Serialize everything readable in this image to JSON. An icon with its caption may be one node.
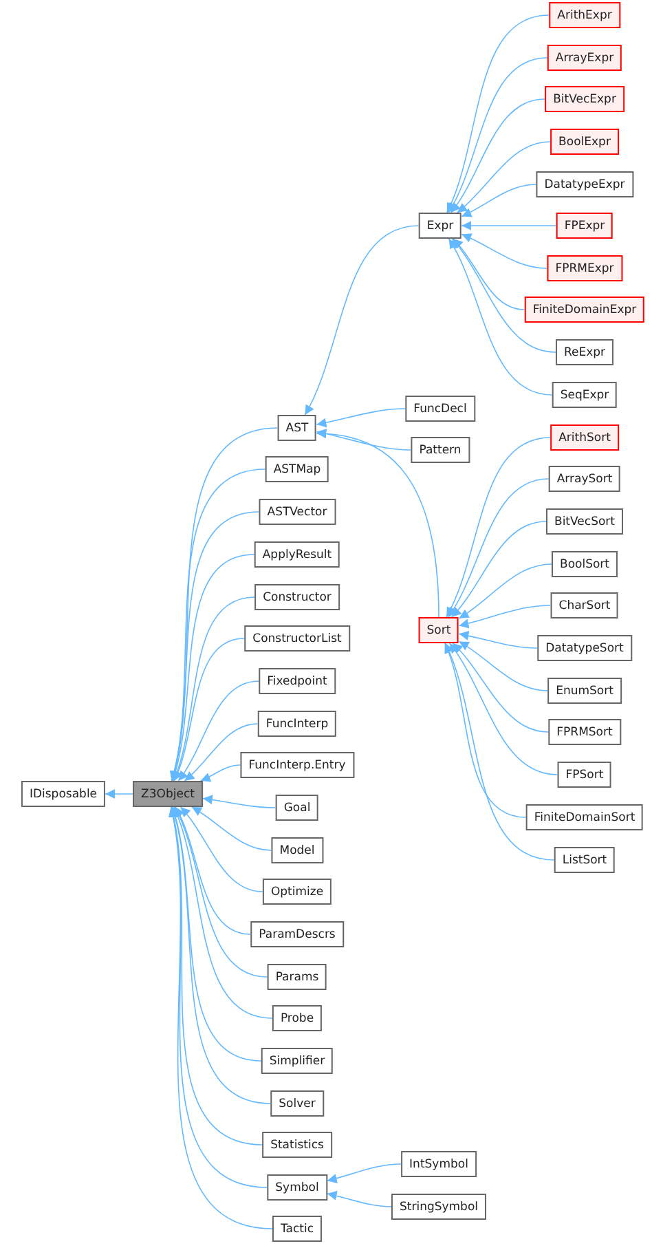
{
  "diagram": {
    "nodes": [
      {
        "text": [
          "IDisposable"
        ]
      },
      {
        "text": [
          "Z3Object"
        ]
      },
      {
        "text": [
          "AST"
        ]
      },
      {
        "text": [
          "Expr"
        ]
      },
      {
        "text": [
          "ArithExpr"
        ]
      },
      {
        "text": [
          "ArrayExpr"
        ]
      },
      {
        "text": [
          "BitVecExpr"
        ]
      },
      {
        "text": [
          "BoolExpr"
        ]
      },
      {
        "text": [
          "DatatypeExpr"
        ]
      },
      {
        "text": [
          "FPExpr"
        ]
      },
      {
        "text": [
          "FPRMExpr"
        ]
      },
      {
        "text": [
          "FiniteDomainExpr"
        ]
      },
      {
        "text": [
          "ReExpr"
        ]
      },
      {
        "text": [
          "SeqExpr"
        ]
      },
      {
        "text": [
          "FuncDecl"
        ]
      },
      {
        "text": [
          "Pattern"
        ]
      },
      {
        "text": [
          "Sort"
        ]
      },
      {
        "text": [
          "ArithSort"
        ]
      },
      {
        "text": [
          "ArraySort"
        ]
      },
      {
        "text": [
          "BitVecSort"
        ]
      },
      {
        "text": [
          "BoolSort"
        ]
      },
      {
        "text": [
          "CharSort"
        ]
      },
      {
        "text": [
          "DatatypeSort"
        ]
      },
      {
        "text": [
          "EnumSort"
        ]
      },
      {
        "text": [
          "FPRMSort"
        ]
      },
      {
        "text": [
          "FPSort"
        ]
      },
      {
        "text": [
          "FiniteDomainSort"
        ]
      },
      {
        "text": [
          "ListSort"
        ]
      },
      {
        "text": [
          "ASTMap"
        ]
      },
      {
        "text": [
          "ASTVector"
        ]
      },
      {
        "text": [
          "ApplyResult"
        ]
      },
      {
        "text": [
          "Constructor"
        ]
      },
      {
        "text": [
          "ConstructorList"
        ]
      },
      {
        "text": [
          "Fixedpoint"
        ]
      },
      {
        "text": [
          "FuncInterp"
        ]
      },
      {
        "text": [
          "FuncInterp.Entry"
        ]
      },
      {
        "text": [
          "Goal"
        ]
      },
      {
        "text": [
          "Model"
        ]
      },
      {
        "text": [
          "Optimize"
        ]
      },
      {
        "text": [
          "ParamDescrs"
        ]
      },
      {
        "text": [
          "Params"
        ]
      },
      {
        "text": [
          "Probe"
        ]
      },
      {
        "text": [
          "Simplifier"
        ]
      },
      {
        "text": [
          "Solver"
        ]
      },
      {
        "text": [
          "Statistics"
        ]
      },
      {
        "text": [
          "Symbol"
        ]
      },
      {
        "text": [
          "Tactic"
        ]
      },
      {
        "text": [
          "IntSymbol"
        ]
      },
      {
        "text": [
          "StringSymbol"
        ]
      }
    ],
    "edges": [
      {
        "from": 1,
        "to": 0,
        "arrow": "to"
      },
      {
        "from": 2,
        "to": 1,
        "arrow": "to"
      },
      {
        "from": 3,
        "to": 2,
        "arrow": "to"
      },
      {
        "from": 4,
        "to": 3,
        "arrow": "to"
      },
      {
        "from": 5,
        "to": 3,
        "arrow": "to"
      },
      {
        "from": 6,
        "to": 3,
        "arrow": "to"
      },
      {
        "from": 7,
        "to": 3,
        "arrow": "to"
      },
      {
        "from": 8,
        "to": 3,
        "arrow": "to"
      },
      {
        "from": 9,
        "to": 3,
        "arrow": "to"
      },
      {
        "from": 10,
        "to": 3,
        "arrow": "to"
      },
      {
        "from": 11,
        "to": 3,
        "arrow": "to"
      },
      {
        "from": 12,
        "to": 3,
        "arrow": "to"
      },
      {
        "from": 13,
        "to": 3,
        "arrow": "to"
      },
      {
        "from": 14,
        "to": 2,
        "arrow": "to"
      },
      {
        "from": 15,
        "to": 2,
        "arrow": "to"
      },
      {
        "from": 16,
        "to": 2,
        "arrow": "to"
      },
      {
        "from": 17,
        "to": 16,
        "arrow": "to"
      },
      {
        "from": 18,
        "to": 16,
        "arrow": "to"
      },
      {
        "from": 19,
        "to": 16,
        "arrow": "to"
      },
      {
        "from": 20,
        "to": 16,
        "arrow": "to"
      },
      {
        "from": 21,
        "to": 16,
        "arrow": "to"
      },
      {
        "from": 22,
        "to": 16,
        "arrow": "to"
      },
      {
        "from": 23,
        "to": 16,
        "arrow": "to"
      },
      {
        "from": 24,
        "to": 16,
        "arrow": "to"
      },
      {
        "from": 25,
        "to": 16,
        "arrow": "to"
      },
      {
        "from": 26,
        "to": 16,
        "arrow": "to"
      },
      {
        "from": 27,
        "to": 16,
        "arrow": "to"
      },
      {
        "from": 28,
        "to": 1,
        "arrow": "to"
      },
      {
        "from": 29,
        "to": 1,
        "arrow": "to"
      },
      {
        "from": 30,
        "to": 1,
        "arrow": "to"
      },
      {
        "from": 31,
        "to": 1,
        "arrow": "to"
      },
      {
        "from": 32,
        "to": 1,
        "arrow": "to"
      },
      {
        "from": 33,
        "to": 1,
        "arrow": "to"
      },
      {
        "from": 34,
        "to": 1,
        "arrow": "to"
      },
      {
        "from": 35,
        "to": 1,
        "arrow": "to"
      },
      {
        "from": 36,
        "to": 1,
        "arrow": "to"
      },
      {
        "from": 37,
        "to": 1,
        "arrow": "to"
      },
      {
        "from": 38,
        "to": 1,
        "arrow": "to"
      },
      {
        "from": 39,
        "to": 1,
        "arrow": "to"
      },
      {
        "from": 40,
        "to": 1,
        "arrow": "to"
      },
      {
        "from": 41,
        "to": 1,
        "arrow": "to"
      },
      {
        "from": 42,
        "to": 1,
        "arrow": "to"
      },
      {
        "from": 43,
        "to": 1,
        "arrow": "to"
      },
      {
        "from": 44,
        "to": 1,
        "arrow": "to"
      },
      {
        "from": 45,
        "to": 1,
        "arrow": "to"
      },
      {
        "from": 46,
        "to": 1,
        "arrow": "to"
      },
      {
        "from": 47,
        "to": 45,
        "arrow": "to"
      },
      {
        "from": 48,
        "to": 45,
        "arrow": "to"
      }
    ]
  }
}
